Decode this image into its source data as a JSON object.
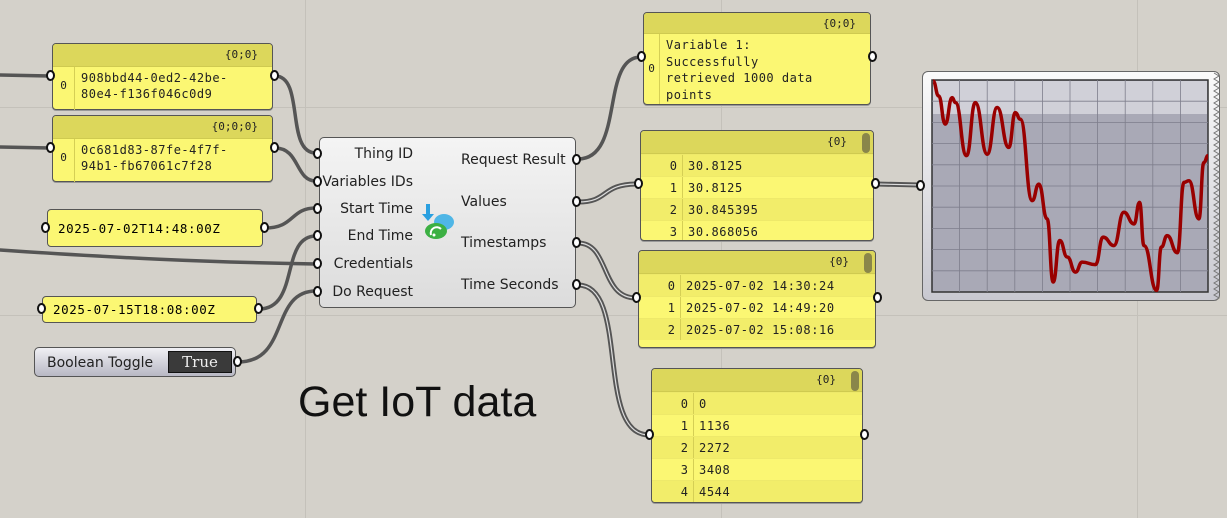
{
  "inputs": {
    "thing_id": {
      "header": "{0;0}",
      "index": "0",
      "value": "908bbd44-0ed2-42be-80e4-f136f046c0d9",
      "line1": "908bbd44-0ed2-42be-",
      "line2": "80e4-f136f046c0d9"
    },
    "variable_ids": {
      "header": "{0;0;0}",
      "index": "0",
      "value": "0c681d83-87fe-4f7f-94b1-fb67061c7f28",
      "line1": "0c681d83-87fe-4f7f-",
      "line2": "94b1-fb67061c7f28"
    },
    "start_time": "2025-07-02T14:48:00Z",
    "end_time": "2025-07-15T18:08:00Z",
    "toggle": {
      "label": "Boolean Toggle",
      "value": "True"
    }
  },
  "component": {
    "inputs": [
      "Thing ID",
      "Variables IDs",
      "Start Time",
      "End Time",
      "Credentials",
      "Do Request"
    ],
    "outputs": [
      "Request Result",
      "Values",
      "Timestamps",
      "Time Seconds"
    ],
    "icon": "cloud-download-icon"
  },
  "title": "Get IoT data",
  "outputs": {
    "result": {
      "header": "{0;0}",
      "index": "0",
      "text": "Variable 1: Successfully retrieved 1000 data points",
      "lines": [
        "Variable 1:",
        "Successfully",
        "retrieved 1000 data",
        "points"
      ]
    },
    "values": {
      "header": "{0}",
      "rows": [
        [
          "0",
          "30.8125"
        ],
        [
          "1",
          "30.8125"
        ],
        [
          "2",
          "30.845395"
        ],
        [
          "3",
          "30.868056"
        ]
      ]
    },
    "timestamps": {
      "header": "{0}",
      "rows": [
        [
          "0",
          "2025-07-02 14:30:24"
        ],
        [
          "1",
          "2025-07-02 14:49:20"
        ],
        [
          "2",
          "2025-07-02 15:08:16"
        ]
      ]
    },
    "seconds": {
      "header": "{0}",
      "rows": [
        [
          "0",
          "0"
        ],
        [
          "1",
          "1136"
        ],
        [
          "2",
          "2272"
        ],
        [
          "3",
          "3408"
        ],
        [
          "4",
          "4544"
        ]
      ]
    }
  },
  "chart_data": {
    "type": "line",
    "title": "",
    "xlabel": "",
    "ylabel": "",
    "xlim": [
      0,
      1
    ],
    "ylim": [
      0,
      1
    ],
    "grid": true,
    "line_color": "#990000",
    "points": [
      [
        0.004,
        0.995
      ],
      [
        0.024,
        0.925
      ],
      [
        0.048,
        0.792
      ],
      [
        0.073,
        0.917
      ],
      [
        0.085,
        0.893
      ],
      [
        0.125,
        0.643
      ],
      [
        0.157,
        0.893
      ],
      [
        0.2,
        0.65
      ],
      [
        0.236,
        0.87
      ],
      [
        0.278,
        0.682
      ],
      [
        0.302,
        0.846
      ],
      [
        0.32,
        0.815
      ],
      [
        0.363,
        0.431
      ],
      [
        0.387,
        0.509
      ],
      [
        0.417,
        0.345
      ],
      [
        0.439,
        0.047
      ],
      [
        0.463,
        0.243
      ],
      [
        0.49,
        0.165
      ],
      [
        0.52,
        0.094
      ],
      [
        0.544,
        0.141
      ],
      [
        0.592,
        0.129
      ],
      [
        0.62,
        0.259
      ],
      [
        0.659,
        0.219
      ],
      [
        0.695,
        0.376
      ],
      [
        0.732,
        0.321
      ],
      [
        0.752,
        0.423
      ],
      [
        0.768,
        0.219
      ],
      [
        0.814,
        0.008
      ],
      [
        0.831,
        0.212
      ],
      [
        0.852,
        0.266
      ],
      [
        0.889,
        0.185
      ],
      [
        0.913,
        0.517
      ],
      [
        0.931,
        0.525
      ],
      [
        0.967,
        0.345
      ],
      [
        0.985,
        0.611
      ],
      [
        1.0,
        0.643
      ]
    ]
  }
}
